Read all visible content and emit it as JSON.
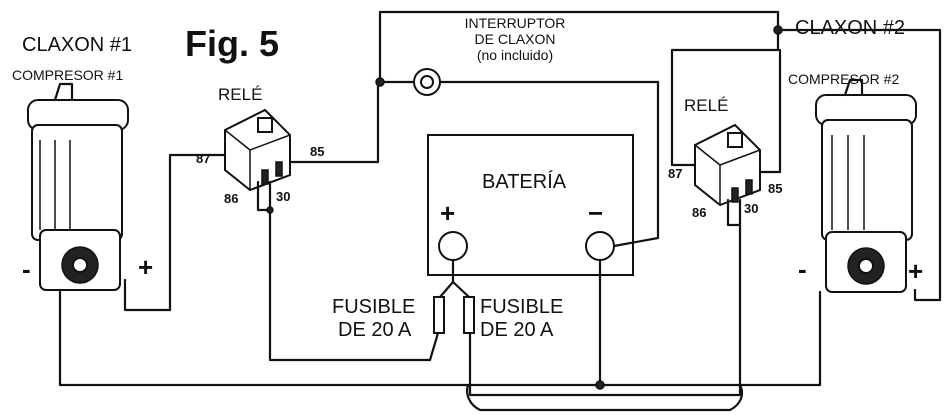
{
  "figure": {
    "title": "Fig. 5"
  },
  "horn1": {
    "label": "CLAXON #1",
    "compressor": "COMPRESOR #1",
    "minus": "-",
    "plus": "+"
  },
  "horn2": {
    "label": "CLAXON #2",
    "compressor": "COMPRESOR #2",
    "minus": "-",
    "plus": "+"
  },
  "relay1": {
    "label": "RELÉ",
    "pin87": "87",
    "pin85": "85",
    "pin86": "86",
    "pin30": "30"
  },
  "relay2": {
    "label": "RELÉ",
    "pin87": "87",
    "pin85": "85",
    "pin86": "86",
    "pin30": "30"
  },
  "switch": {
    "line1": "INTERRUPTOR",
    "line2": "DE CLAXON",
    "line3": "(no incluido)"
  },
  "battery": {
    "label": "BATERÍA",
    "plus": "+",
    "minus": "−"
  },
  "fuse1": {
    "line1": "FUSIBLE",
    "line2": "DE 20 A"
  },
  "fuse2": {
    "line1": "FUSIBLE",
    "line2": "DE 20 A"
  }
}
